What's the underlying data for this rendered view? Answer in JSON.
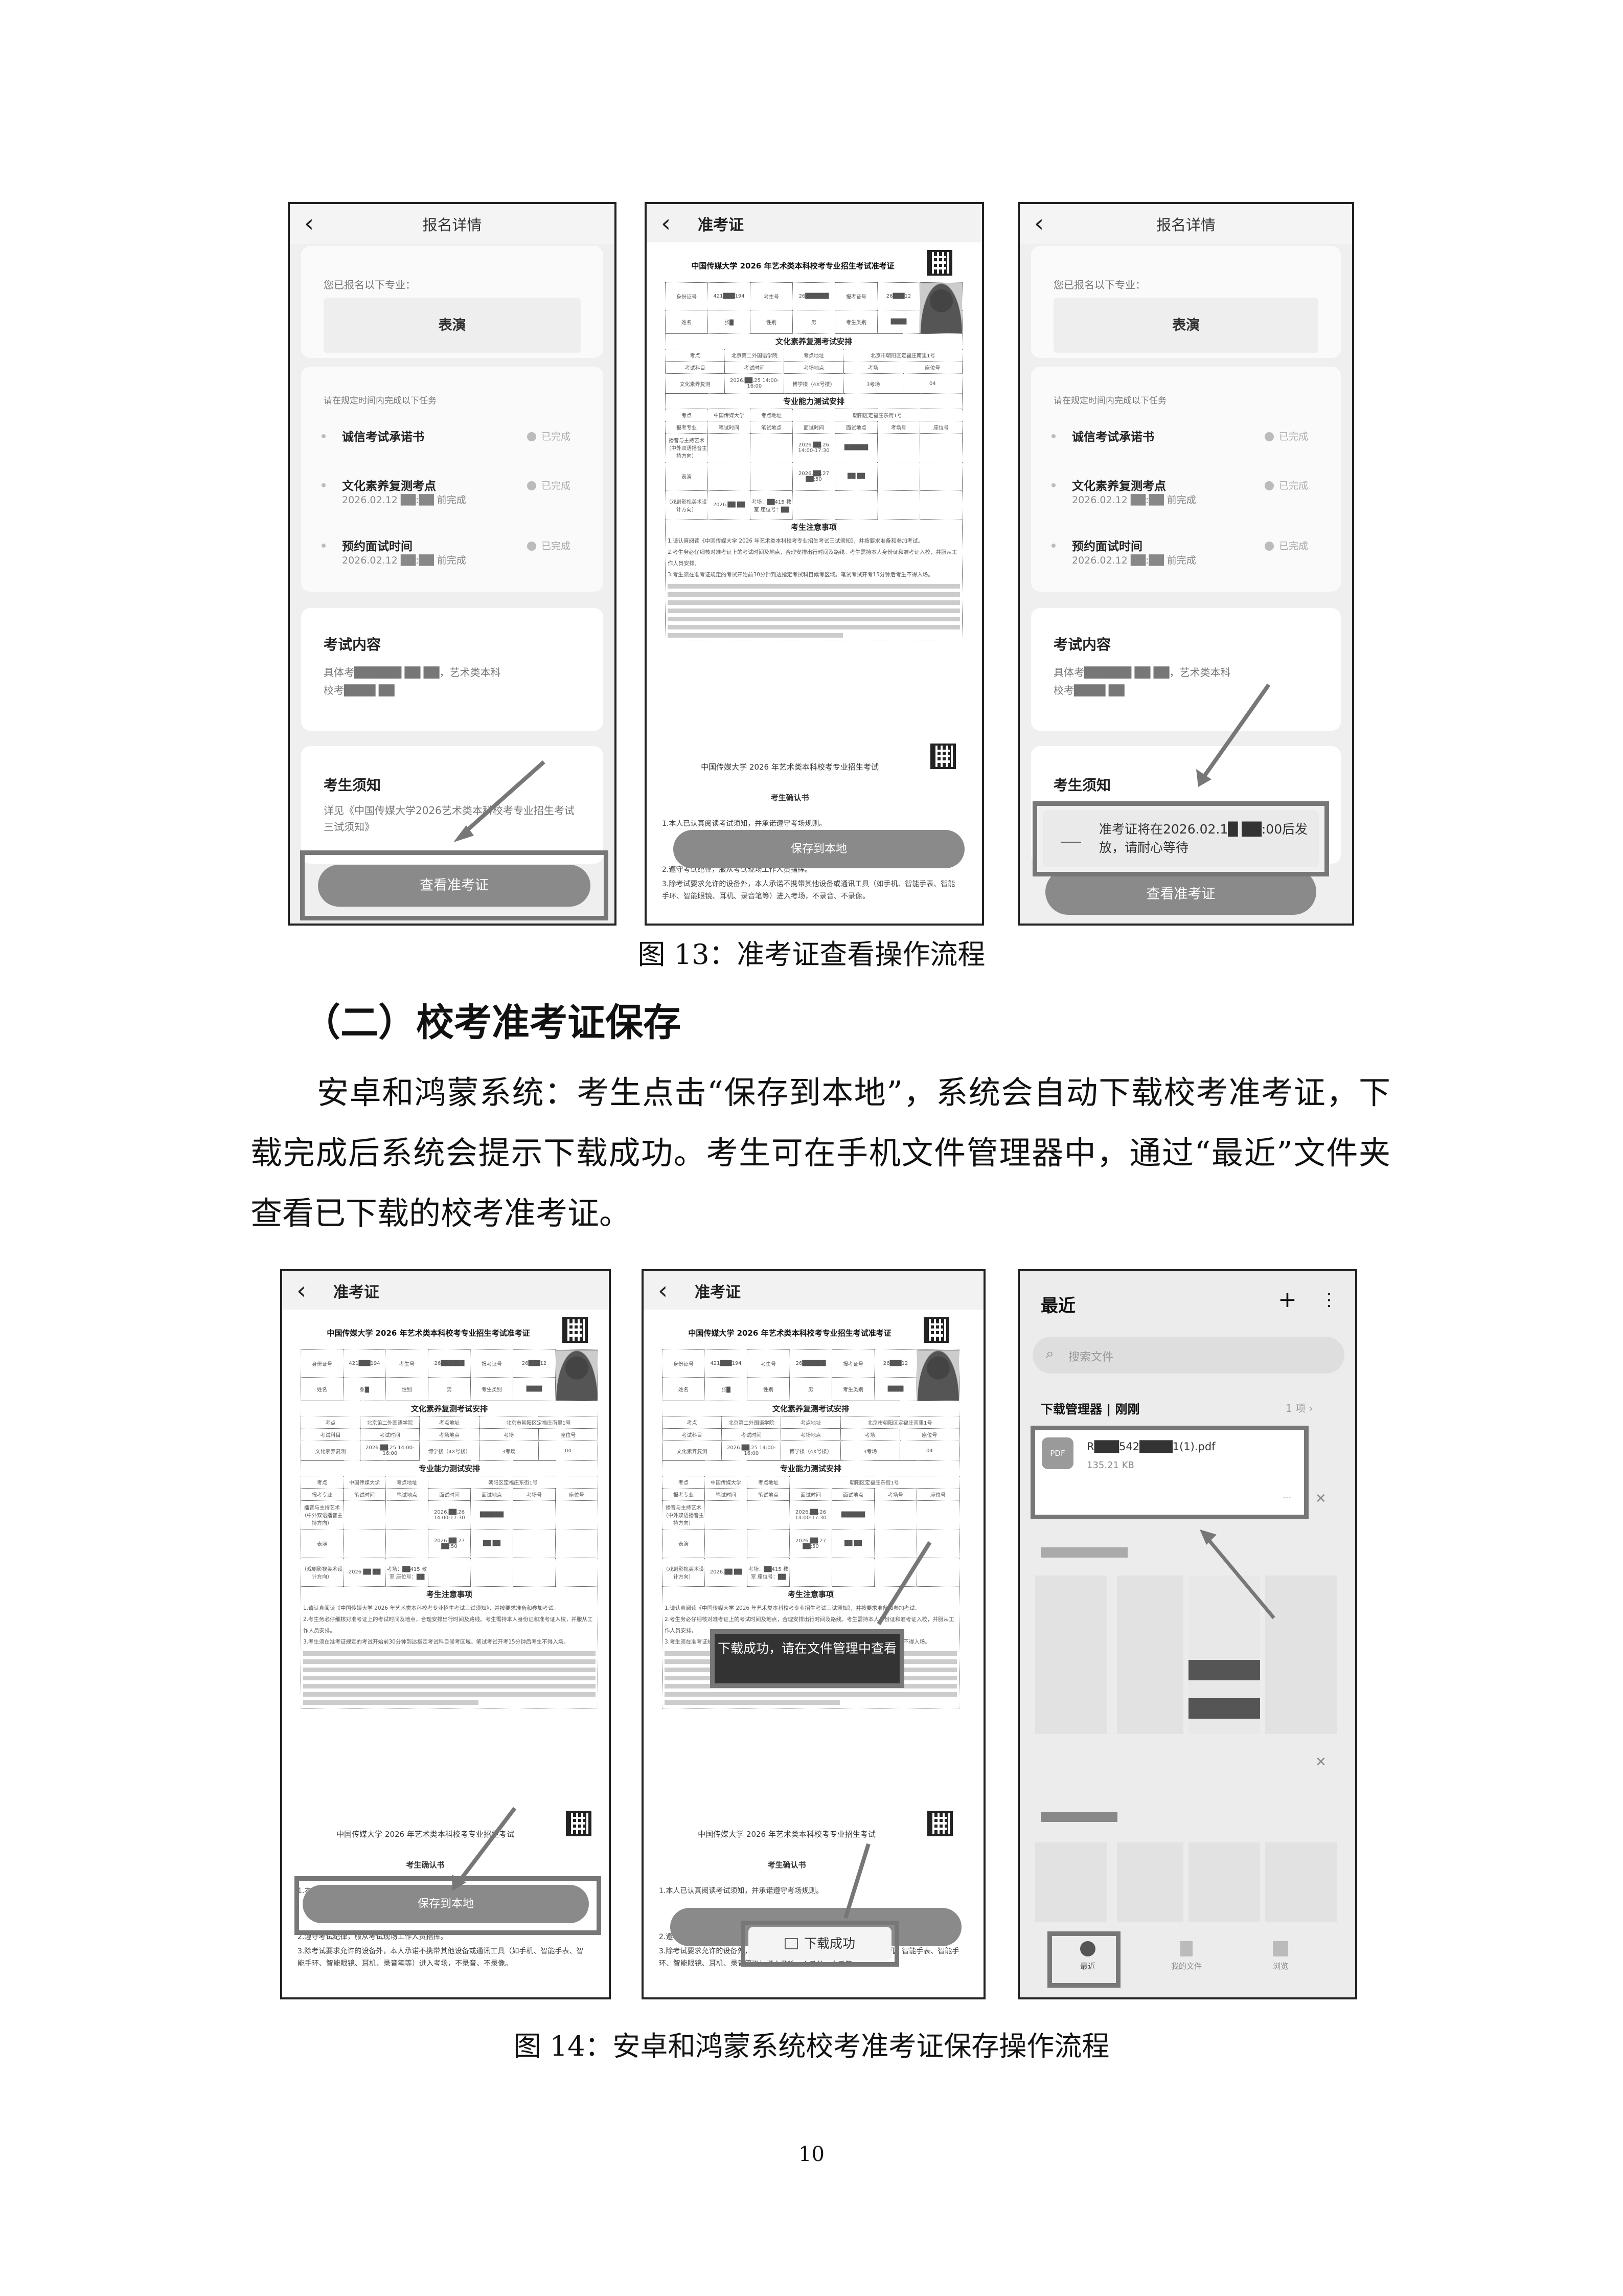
{
  "detail": {
    "header_title": "报名详情",
    "registered_label": "您已报名以下专业：",
    "major": "表演",
    "tasks_hint": "请在规定时间内完成以下任务",
    "tasks": [
      {
        "name": "诚信考试承诺书",
        "time": "",
        "status": "已完成"
      },
      {
        "name": "文化素养复测考点",
        "time": "2026.02.12 ██:██ 前完成",
        "status": "已完成"
      },
      {
        "name": "预约面试时间",
        "time": "2026.02.12 ██:██ 前完成",
        "status": "已完成"
      }
    ],
    "content_title": "考试内容",
    "content_line1": "具体考██████ ██ ██，艺术类本科",
    "content_line2": "校考████ ██",
    "notice_title": "考生须知",
    "notice_text": "详见《中国传媒大学2026艺术类本科校考专业招生考试三试须知》",
    "view_button": "查看准考证",
    "toast": "准考证将在2026.02.1█ ██:00后发放，请耐心等待"
  },
  "ticket": {
    "header_title": "准考证",
    "title": "中国传媒大学 2026 年艺术类本科校考专业招生考试准考证",
    "info": {
      "id_label": "身份证号",
      "id_value": "421███194",
      "cand_label": "考生号",
      "cand_value": "26██████",
      "reg_label": "报考证号",
      "reg_value": "26███12",
      "name_label": "姓名",
      "name_value": "张█",
      "gender_label": "性别",
      "gender_value": "男",
      "type_label": "考生类别",
      "type_value": "████"
    },
    "culture": {
      "heading": "文化素养复测考试安排",
      "site_label": "考点",
      "site": "北京第二外国语学院",
      "addr_label": "考点地址",
      "addr": "北京市朝阳区定福庄南里1号",
      "cols": [
        "考试科目",
        "考试时间",
        "考场地点",
        "考场",
        "座位号"
      ],
      "row": [
        "文化素养复测",
        "2026.██.25 14:00-16:00",
        "博学楼（4X号楼）",
        "3考场",
        "04"
      ]
    },
    "pro": {
      "heading": "专业能力测试安排",
      "site_label": "考点",
      "site": "中国传媒大学",
      "addr_label": "考点地址",
      "addr": "朝阳区定福庄东街1号",
      "cols": [
        "报考专业",
        "笔试时间",
        "笔试地点",
        "面试时间",
        "面试地点",
        "考场号",
        "座位号"
      ],
      "rows": [
        [
          "播音与主持艺术（中外双语播音主持方向）",
          "",
          "",
          "2026.██.26 14:00-17:30",
          "██████",
          "",
          ""
        ],
        [
          "表演",
          "",
          "",
          "2026.██.27 ██:50",
          "██ ██",
          "",
          ""
        ],
        [
          "（戏剧影视美术设计方向）",
          "2026.██ ██",
          "考场：██415 教室 座位号：██",
          "",
          "",
          "",
          ""
        ]
      ]
    },
    "notice": {
      "heading": "考生注意事项",
      "lines": [
        "1.请认真阅读《中国传媒大学 2026 年艺术类本科校考专业招生考试三试须知》，并按要求准备和参加考试。",
        "2.考生务必仔细核对准考证上的考试时间及地点，合理安排出行时间及路线。考生需持本人身份证和准考证入校，并服从工作人员安排。",
        "3.考生须在准考证规定的考试开始前30分钟到达指定考试科目候考区域。笔试考试开考15分钟后考生不得入场。"
      ]
    },
    "confirm": {
      "title": "中国传媒大学 2026 年艺术类本科校考专业招生考试",
      "subtitle": "考生确认书",
      "line1": "1.本人已认真阅读考试须知，并承诺遵守考场规则。",
      "line2": "2.遵守考试纪律，服从考试现场工作人员指挥。",
      "line3": "3.除考试要求允许的设备外，本人承诺不携带其他设备或通讯工具（如手机、智能手表、智能手环、智能眼镜、耳机、录音笔等）进入考场，不录音、不录像。"
    },
    "save_button": "保存到本地"
  },
  "fig13_caption": "图 13：准考证查看操作流程",
  "section_heading": "（二）校考准考证保存",
  "paragraph": "安卓和鸿蒙系统：考生点击“保存到本地”，系统会自动下载校考准考证，下载完成后系统会提示下载成功。考生可在手机文件管理器中，通过“最近”文件夹查看已下载的校考准考证。",
  "download_toast": "下载成功，请在文件管理中查看",
  "download_pill": "下载成功",
  "files": {
    "title": "最近",
    "search_placeholder": "搜索文件",
    "section": "下载管理器 | 刚刚",
    "count": "1 项",
    "file_icon": "PDF",
    "file_name": "R███542████1(1).pdf",
    "file_size": "135.21 KB",
    "more": "···",
    "nav": [
      "最近",
      "我的文件",
      "浏览"
    ]
  },
  "fig14_caption": "图 14：安卓和鸿蒙系统校考准考证保存操作流程",
  "page_number": "10"
}
